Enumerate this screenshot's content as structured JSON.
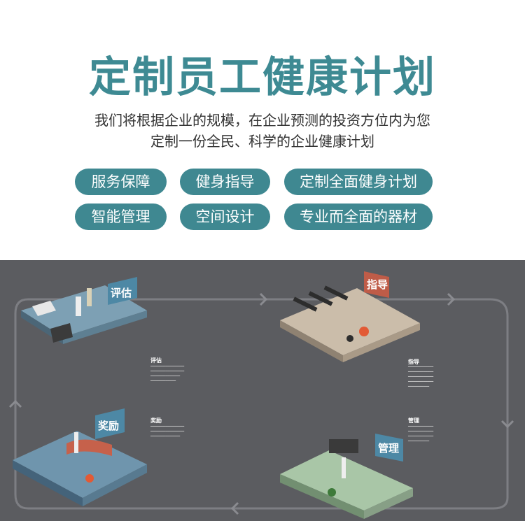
{
  "header": {
    "title": "定制员工健康计划",
    "subtitle_line1": "我们将根据企业的规模，在企业预测的投资方位内为您",
    "subtitle_line2": "定制一份全民、科学的企业健康计划"
  },
  "tags": [
    "服务保障",
    "健身指导",
    "定制全面健身计划",
    "智能管理",
    "空间设计",
    "专业而全面的器材"
  ],
  "colors": {
    "accent": "#3e8a93",
    "pill": "#3f8891",
    "panel": "#5b5c60"
  },
  "stages": {
    "assess": {
      "sign": "评估",
      "heading": "评估"
    },
    "guide": {
      "sign": "指导",
      "heading": "指导"
    },
    "reward": {
      "sign": "奖励",
      "heading": "奖励"
    },
    "manage": {
      "sign": "管理",
      "heading": "管理"
    }
  }
}
